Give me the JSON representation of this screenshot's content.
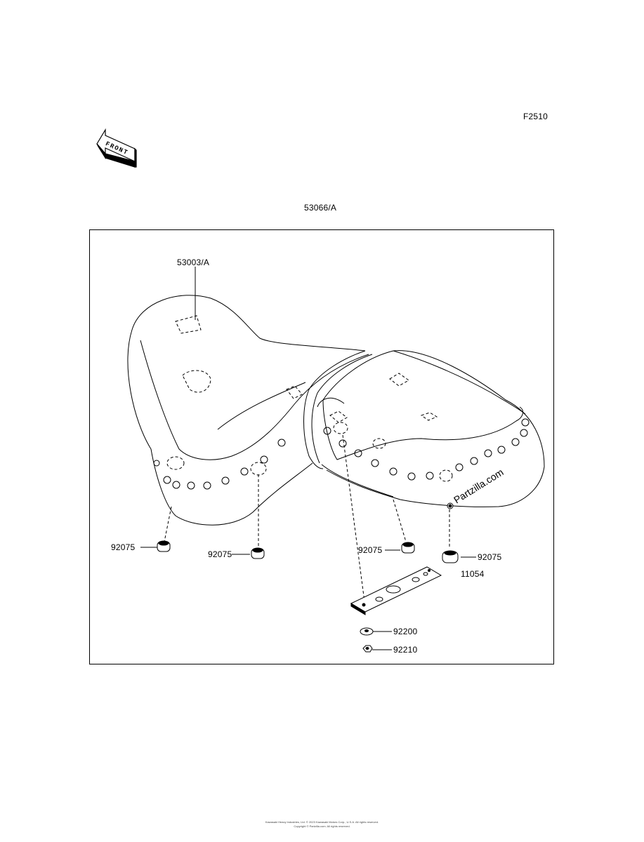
{
  "diagram": {
    "figure_code": "F2510",
    "front_label": "FRONT",
    "assembly_part": "53066/A",
    "parts": {
      "seat_cover": "53003/A",
      "damper_left": "92075",
      "damper_center_left": "92075",
      "damper_center_right": "92075",
      "damper_right": "92075",
      "bracket": "11054",
      "washer": "92200",
      "nut": "92210"
    },
    "watermark": "Partzilla.com"
  },
  "footer": {
    "line1": "Kawasaki Heavy Industries, Ltd. © 2023 Kawasaki Motors Corp., U.S.A. All rights reserved.",
    "line2": "Copyright © Partzilla.com. All rights reserved."
  }
}
